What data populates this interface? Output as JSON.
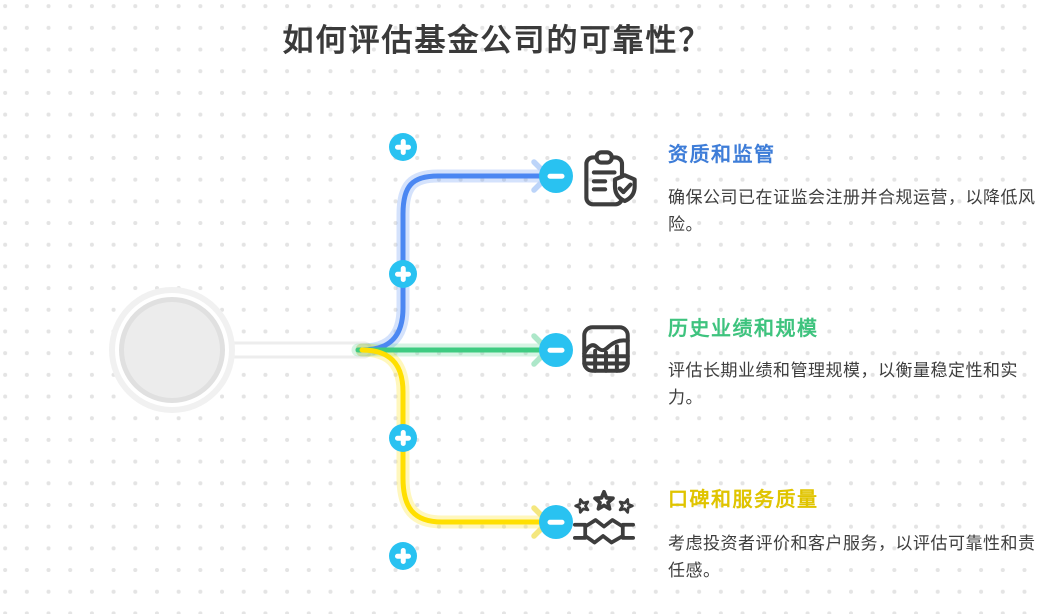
{
  "title": "如何评估基金公司的可靠性？",
  "root_node": {
    "shape": "circle",
    "label": ""
  },
  "nodes": [
    {
      "title": "资质和监管",
      "description": "确保公司已在证监会注册并合规运营，以降低风险。",
      "title_color": "#3e7dd8",
      "branch_color": "#4b87f2",
      "icon": "clipboard-shield-check-icon"
    },
    {
      "title": "历史业绩和规模",
      "description": "评估长期业绩和管理规模，以衡量稳定性和实力。",
      "title_color": "#3ec37e",
      "branch_color": "#3ecb81",
      "icon": "area-chart-grid-icon"
    },
    {
      "title": "口碑和服务质量",
      "description": "考虑投资者评价和客户服务，以评估可靠性和责任感。",
      "title_color": "#e0c400",
      "branch_color": "#ffdf00",
      "icon": "handshake-stars-icon"
    }
  ],
  "controls": {
    "expand_buttons": {
      "icon": "plus-icon",
      "count": 4,
      "color": "#29c2f1"
    },
    "collapse_buttons": {
      "icon": "minus-icon",
      "count": 3,
      "color": "#29c2f1"
    }
  },
  "background": {
    "pattern": "dot-grid",
    "dot_color": "#e4e4e4"
  },
  "text_colors": {
    "title": "#3a3a3a",
    "description": "#3e3e3e",
    "icon_stroke": "#3d3d3d"
  }
}
